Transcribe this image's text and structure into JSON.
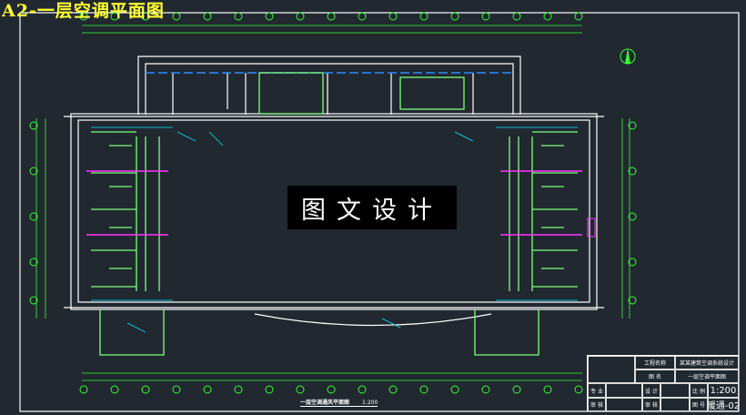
{
  "sheet_title": "A2-一层空调平面图",
  "watermark": "图文设计",
  "plan_caption": {
    "title": "一层空调通风平面图",
    "scale": "1:200"
  },
  "title_block": {
    "project_label": "工程名称",
    "project_value": "某某建筑空调系统设计",
    "drawing_label": "图 名",
    "drawing_value": "一层空调平面图",
    "discipline_label": "专 业",
    "design_label": "设 计",
    "scale_label": "比 例",
    "scale_value": "1:200",
    "review_label": "审 核",
    "check_label": "审 核",
    "number_label": "图 号",
    "number_value": "暖通-02"
  },
  "colors": {
    "background": "#212830",
    "walls": "#ffffff",
    "ducts": "#7dff7d",
    "dimensions": "#33ff33",
    "annotations": "#00e5ff",
    "pipes": "#ff33ff",
    "title": "#ffff33",
    "equipment": "#c8c832"
  }
}
